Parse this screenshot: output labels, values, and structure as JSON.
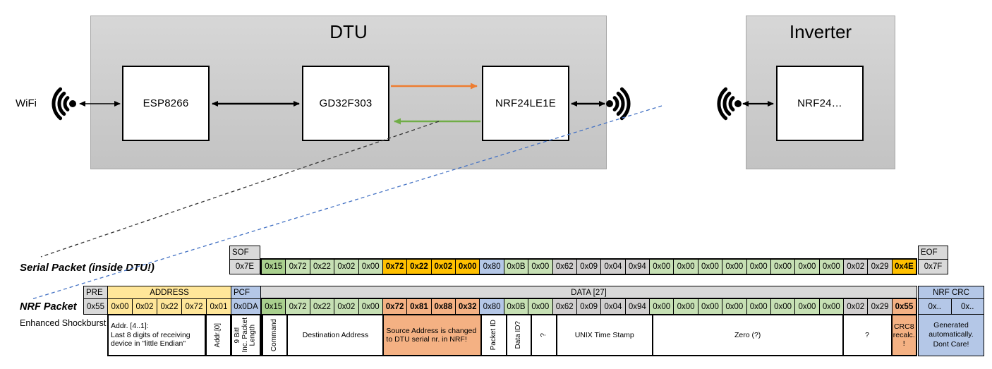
{
  "diagram": {
    "wifi_label": "WiFi",
    "dtu_title": "DTU",
    "inverter_title": "Inverter",
    "esp_label": "ESP8266",
    "gd_label": "GD32F303",
    "nrf_dtu_label": "NRF24LE1E",
    "nrf_inverter_label": "NRF24…",
    "colors": {
      "orange_arrow": "#ED7D31",
      "green_arrow": "#70AD47",
      "blue_dashed_line": "#4472C4",
      "black_arrow": "#000000"
    }
  },
  "serial_packet": {
    "label": "Serial Packet (inside DTU!)",
    "sof_header": "SOF",
    "sof_value": "0x7E",
    "eof_header": "EOF",
    "eof_value": "0x7F",
    "bytes": [
      {
        "v": "0x15",
        "c": "g1",
        "n": "serial-byte"
      },
      {
        "v": "0x72",
        "c": "g",
        "n": "serial-byte"
      },
      {
        "v": "0x22",
        "c": "g",
        "n": "serial-byte"
      },
      {
        "v": "0x02",
        "c": "g",
        "n": "serial-byte"
      },
      {
        "v": "0x00",
        "c": "g",
        "n": "serial-byte"
      },
      {
        "v": "0x72",
        "c": "gold",
        "n": "serial-byte-source-addr"
      },
      {
        "v": "0x22",
        "c": "gold",
        "n": "serial-byte-source-addr"
      },
      {
        "v": "0x02",
        "c": "gold",
        "n": "serial-byte-source-addr"
      },
      {
        "v": "0x00",
        "c": "gold",
        "n": "serial-byte-source-addr"
      },
      {
        "v": "0x80",
        "c": "blue",
        "n": "serial-byte"
      },
      {
        "v": "0x0B",
        "c": "g",
        "n": "serial-byte"
      },
      {
        "v": "0x00",
        "c": "g",
        "n": "serial-byte"
      },
      {
        "v": "0x62",
        "c": "gy",
        "n": "serial-byte"
      },
      {
        "v": "0x09",
        "c": "gy",
        "n": "serial-byte"
      },
      {
        "v": "0x04",
        "c": "gy",
        "n": "serial-byte"
      },
      {
        "v": "0x94",
        "c": "gy",
        "n": "serial-byte"
      },
      {
        "v": "0x00",
        "c": "g",
        "n": "serial-byte"
      },
      {
        "v": "0x00",
        "c": "g",
        "n": "serial-byte"
      },
      {
        "v": "0x00",
        "c": "g",
        "n": "serial-byte"
      },
      {
        "v": "0x00",
        "c": "g",
        "n": "serial-byte"
      },
      {
        "v": "0x00",
        "c": "g",
        "n": "serial-byte"
      },
      {
        "v": "0x00",
        "c": "g",
        "n": "serial-byte"
      },
      {
        "v": "0x00",
        "c": "g",
        "n": "serial-byte"
      },
      {
        "v": "0x00",
        "c": "g",
        "n": "serial-byte"
      },
      {
        "v": "0x02",
        "c": "gy",
        "n": "serial-byte"
      },
      {
        "v": "0x29",
        "c": "gy",
        "n": "serial-byte"
      },
      {
        "v": "0x4E",
        "c": "gold",
        "n": "serial-byte-crc8"
      }
    ]
  },
  "nrf_packet": {
    "label": "NRF Packet",
    "sublabel": "Enhanced Shockburst",
    "pre_header": "PRE",
    "pre_value": "0x55",
    "address_header": "ADDRESS",
    "address_values": [
      {
        "v": "0x00",
        "n": "nrf-address-byte"
      },
      {
        "v": "0x02",
        "n": "nrf-address-byte"
      },
      {
        "v": "0x22",
        "n": "nrf-address-byte"
      },
      {
        "v": "0x72",
        "n": "nrf-address-byte"
      },
      {
        "v": "0x01",
        "n": "nrf-address-byte"
      }
    ],
    "pcf_header": "PCF",
    "pcf_value": "0x0DA",
    "data_header": "DATA [27]",
    "crc_header": "NRF CRC",
    "crc_values": [
      {
        "v": "0x..",
        "n": "nrf-crc-byte"
      },
      {
        "v": "0x..",
        "n": "nrf-crc-byte"
      }
    ],
    "bytes": [
      {
        "v": "0x15",
        "c": "g1",
        "n": "nrf-byte"
      },
      {
        "v": "0x72",
        "c": "g",
        "n": "nrf-byte"
      },
      {
        "v": "0x22",
        "c": "g",
        "n": "nrf-byte"
      },
      {
        "v": "0x02",
        "c": "g",
        "n": "nrf-byte"
      },
      {
        "v": "0x00",
        "c": "g",
        "n": "nrf-byte"
      },
      {
        "v": "0x72",
        "c": "sal b",
        "n": "nrf-byte-source-addr"
      },
      {
        "v": "0x81",
        "c": "sal b",
        "n": "nrf-byte-source-addr"
      },
      {
        "v": "0x88",
        "c": "sal b",
        "n": "nrf-byte-source-addr"
      },
      {
        "v": "0x32",
        "c": "sal b",
        "n": "nrf-byte-source-addr"
      },
      {
        "v": "0x80",
        "c": "blue",
        "n": "nrf-byte"
      },
      {
        "v": "0x0B",
        "c": "g",
        "n": "nrf-byte"
      },
      {
        "v": "0x00",
        "c": "g",
        "n": "nrf-byte"
      },
      {
        "v": "0x62",
        "c": "gy",
        "n": "nrf-byte"
      },
      {
        "v": "0x09",
        "c": "gy",
        "n": "nrf-byte"
      },
      {
        "v": "0x04",
        "c": "gy",
        "n": "nrf-byte"
      },
      {
        "v": "0x94",
        "c": "gy",
        "n": "nrf-byte"
      },
      {
        "v": "0x00",
        "c": "g",
        "n": "nrf-byte"
      },
      {
        "v": "0x00",
        "c": "g",
        "n": "nrf-byte"
      },
      {
        "v": "0x00",
        "c": "g",
        "n": "nrf-byte"
      },
      {
        "v": "0x00",
        "c": "g",
        "n": "nrf-byte"
      },
      {
        "v": "0x00",
        "c": "g",
        "n": "nrf-byte"
      },
      {
        "v": "0x00",
        "c": "g",
        "n": "nrf-byte"
      },
      {
        "v": "0x00",
        "c": "g",
        "n": "nrf-byte"
      },
      {
        "v": "0x00",
        "c": "g",
        "n": "nrf-byte"
      },
      {
        "v": "0x02",
        "c": "gy",
        "n": "nrf-byte"
      },
      {
        "v": "0x29",
        "c": "gy",
        "n": "nrf-byte"
      },
      {
        "v": "0x55",
        "c": "sal b",
        "n": "nrf-byte-crc8"
      }
    ]
  },
  "annotations": {
    "addr41": "Addr. [4..1]:\nLast 8 digits of receiving device in \"little Endian\"",
    "addr0": "Addr.[0]",
    "ninebit": "9 Bit!\nInc. Packet\nLength",
    "generated": "Generated\nautomatically.\nDont Care!",
    "data_row": [
      {
        "t": "Command",
        "span": 1,
        "vert": true,
        "n": "annotation-command"
      },
      {
        "t": "Destination Address",
        "span": 4,
        "n": "annotation-destination-address"
      },
      {
        "t": "Source Address is changed to DTU serial nr. in NRF!",
        "span": 4,
        "c": "sal",
        "align": "left",
        "n": "annotation-source-address"
      },
      {
        "t": "Packet ID",
        "span": 1,
        "vert": true,
        "n": "annotation-packet-id"
      },
      {
        "t": "Data ID?",
        "span": 1,
        "vert": true,
        "n": "annotation-data-id"
      },
      {
        "t": "?",
        "span": 1,
        "vert": true,
        "n": "annotation-question"
      },
      {
        "t": "UNIX Time Stamp",
        "span": 4,
        "n": "annotation-unix-timestamp"
      },
      {
        "t": "Zero (?)",
        "span": 8,
        "n": "annotation-zero"
      },
      {
        "t": "?",
        "span": 2,
        "n": "annotation-question"
      },
      {
        "t": "CRC8\nrecalc.\n!",
        "span": 1,
        "c": "sal",
        "n": "annotation-crc8"
      }
    ]
  }
}
